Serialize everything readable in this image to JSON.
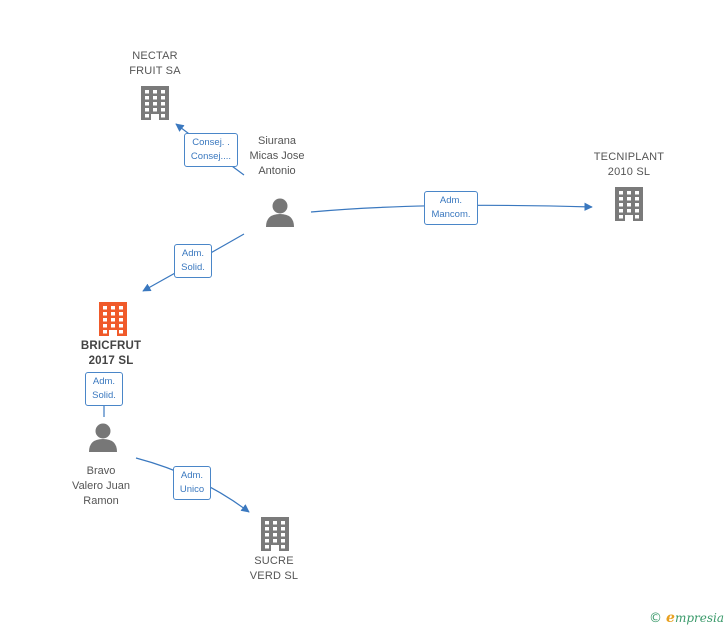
{
  "colors": {
    "company": "#7a7a7a",
    "company_highlight": "#f05a2a",
    "person": "#777777",
    "edge": "#3a78bf"
  },
  "icons": {
    "company": "building-icon",
    "person": "person-icon"
  },
  "nodes": [
    {
      "id": "nectar",
      "type": "company",
      "label": "NECTAR\nFRUIT SA"
    },
    {
      "id": "tecniplant",
      "type": "company",
      "label": "TECNIPLANT\n2010 SL"
    },
    {
      "id": "bricfrut",
      "type": "company",
      "label": "BRICFRUT\n2017  SL",
      "highlight": true
    },
    {
      "id": "sucre",
      "type": "company",
      "label": "SUCRE\nVERD SL"
    },
    {
      "id": "siurana",
      "type": "person",
      "label": "Siurana\nMicas Jose\nAntonio"
    },
    {
      "id": "bravo",
      "type": "person",
      "label": "Bravo\nValero Juan\nRamon"
    }
  ],
  "edges": [
    {
      "from": "siurana",
      "to": "nectar",
      "label": "Consej. .\nConsej...."
    },
    {
      "from": "siurana",
      "to": "tecniplant",
      "label": "Adm.\nMancom."
    },
    {
      "from": "siurana",
      "to": "bricfrut",
      "label": "Adm.\nSolid."
    },
    {
      "from": "bravo",
      "to": "bricfrut",
      "label": "Adm.\nSolid."
    },
    {
      "from": "bravo",
      "to": "sucre",
      "label": "Adm.\nUnico"
    }
  ],
  "brand": {
    "copyright": "©",
    "initial": "e",
    "name": "mpresia"
  }
}
